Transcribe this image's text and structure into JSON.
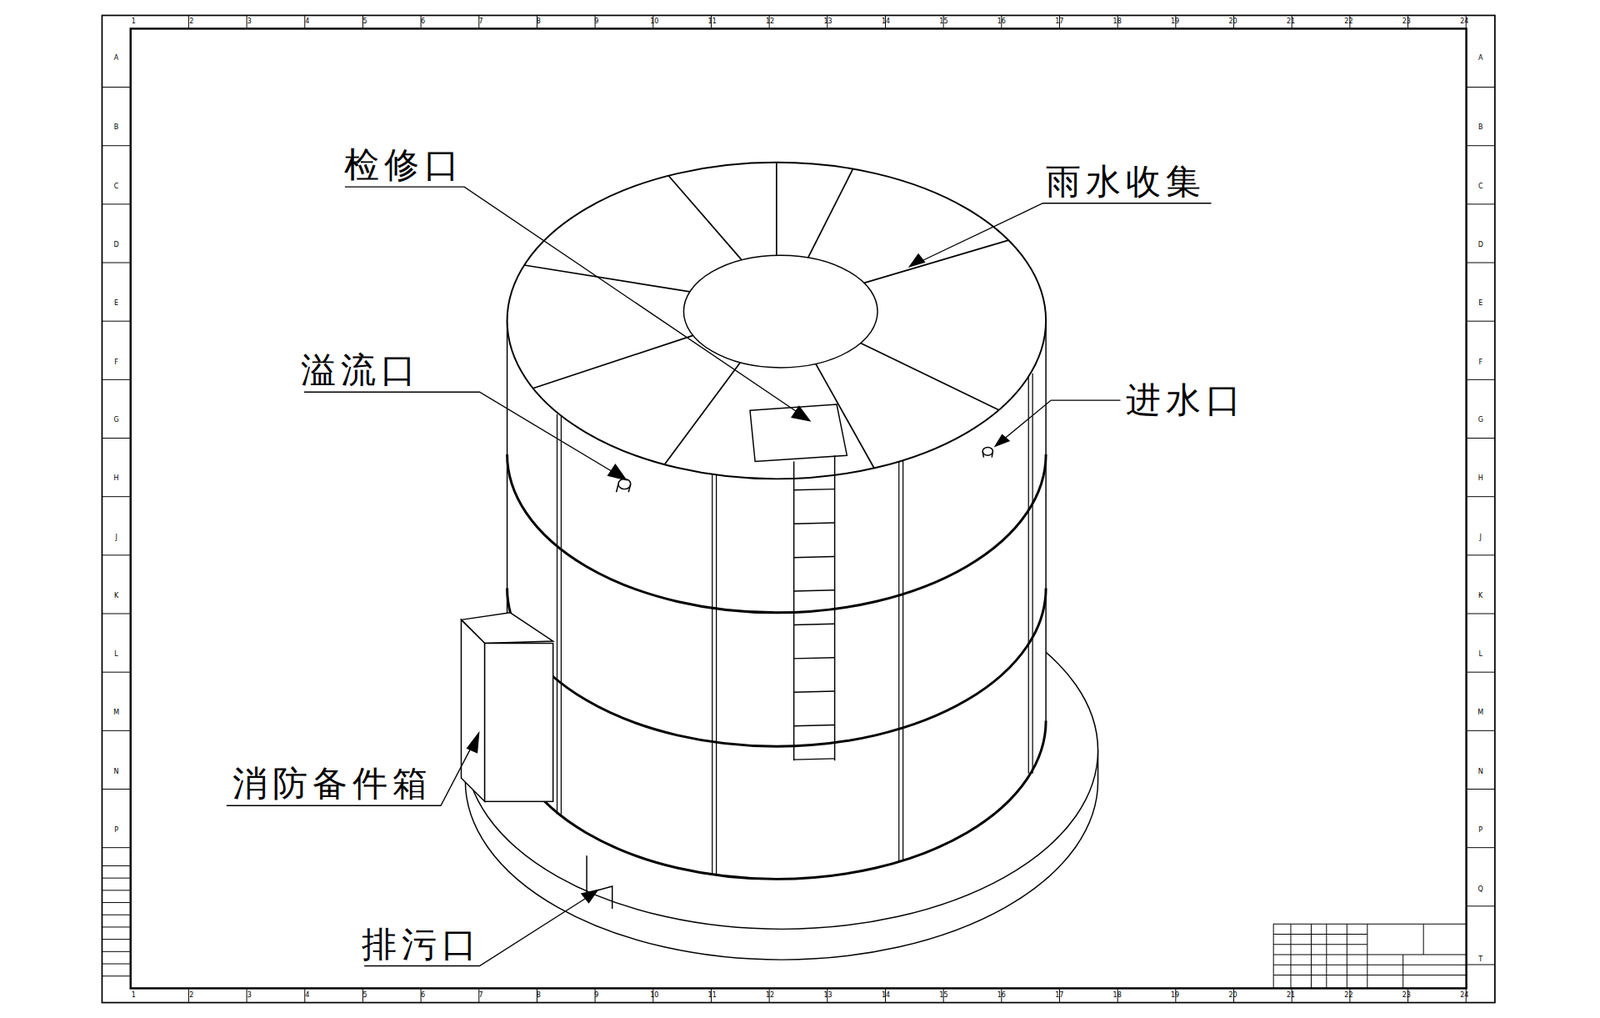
{
  "diagram": {
    "labels": [
      "检修口",
      "雨水收集",
      "溢流口",
      "进水口",
      "消防备件箱",
      "排污口",
      "1",
      "2",
      "3",
      "4",
      "5",
      "6",
      "7",
      "8",
      "9",
      "10",
      "11",
      "12",
      "13",
      "14",
      "15",
      "16",
      "17",
      "18",
      "19",
      "20",
      "21",
      "22",
      "23",
      "24",
      "1",
      "2",
      "3",
      "4",
      "5",
      "6",
      "7",
      "8",
      "9",
      "10",
      "11",
      "12",
      "13",
      "14",
      "15",
      "16",
      "17",
      "18",
      "19",
      "20",
      "21",
      "22",
      "23",
      "24",
      "A",
      "B",
      "C",
      "D",
      "E",
      "F",
      "G",
      "H",
      "J",
      "K",
      "L",
      "M",
      "N",
      "P",
      "A",
      "B",
      "C",
      "D",
      "E",
      "F",
      "G",
      "H",
      "J",
      "K",
      "L",
      "M",
      "N",
      "P",
      "Q",
      "T"
    ]
  }
}
